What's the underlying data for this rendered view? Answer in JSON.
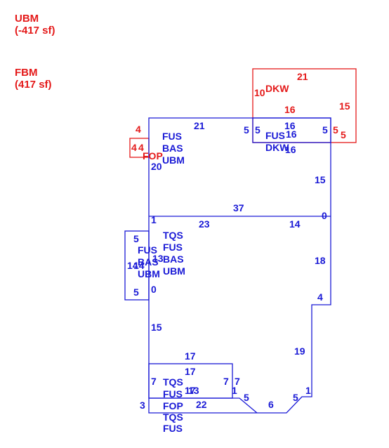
{
  "colors": {
    "adjust": "#e41919",
    "main": "#1a1ad6"
  },
  "legend": [
    {
      "code": "UBM",
      "area": "(-417 sf)"
    },
    {
      "code": "FBM",
      "area": "(417 sf)"
    }
  ],
  "labels": [
    {
      "t": "21",
      "c": "adjust"
    },
    {
      "t": "10",
      "c": "adjust"
    },
    {
      "t": "DKW",
      "c": "adjust"
    },
    {
      "t": "16",
      "c": "adjust"
    },
    {
      "t": "15",
      "c": "adjust"
    },
    {
      "t": "5",
      "c": "adjust"
    },
    {
      "t": "5",
      "c": "adjust"
    },
    {
      "t": "4",
      "c": "adjust"
    },
    {
      "t": "4",
      "c": "adjust"
    },
    {
      "t": "4",
      "c": "adjust"
    },
    {
      "t": "FOP",
      "c": "adjust"
    },
    {
      "t": "FUS",
      "c": "main"
    },
    {
      "t": "BAS",
      "c": "main"
    },
    {
      "t": "UBM",
      "c": "main"
    },
    {
      "t": "21",
      "c": "main"
    },
    {
      "t": "20",
      "c": "main"
    },
    {
      "t": "5",
      "c": "main"
    },
    {
      "t": "5",
      "c": "main"
    },
    {
      "t": "16",
      "c": "main"
    },
    {
      "t": "FUS",
      "c": "main"
    },
    {
      "t": "16",
      "c": "main"
    },
    {
      "t": "DKW",
      "c": "main"
    },
    {
      "t": "16",
      "c": "main"
    },
    {
      "t": "5",
      "c": "main"
    },
    {
      "t": "15",
      "c": "main"
    },
    {
      "t": "37",
      "c": "main"
    },
    {
      "t": "0",
      "c": "main"
    },
    {
      "t": "1",
      "c": "main"
    },
    {
      "t": "23",
      "c": "main"
    },
    {
      "t": "14",
      "c": "main"
    },
    {
      "t": "5",
      "c": "main"
    },
    {
      "t": "TQS",
      "c": "main"
    },
    {
      "t": "FUS",
      "c": "main"
    },
    {
      "t": "FUS",
      "c": "main"
    },
    {
      "t": "BAS",
      "c": "main"
    },
    {
      "t": "BAS",
      "c": "main"
    },
    {
      "t": "13",
      "c": "main"
    },
    {
      "t": "14",
      "c": "main"
    },
    {
      "t": "14",
      "c": "main"
    },
    {
      "t": "UBM",
      "c": "main"
    },
    {
      "t": "UBM",
      "c": "main"
    },
    {
      "t": "18",
      "c": "main"
    },
    {
      "t": "0",
      "c": "main"
    },
    {
      "t": "5",
      "c": "main"
    },
    {
      "t": "4",
      "c": "main"
    },
    {
      "t": "15",
      "c": "main"
    },
    {
      "t": "19",
      "c": "main"
    },
    {
      "t": "17",
      "c": "main"
    },
    {
      "t": "17",
      "c": "main"
    },
    {
      "t": "7",
      "c": "main"
    },
    {
      "t": "TQS",
      "c": "main"
    },
    {
      "t": "7",
      "c": "main"
    },
    {
      "t": "7",
      "c": "main"
    },
    {
      "t": "FUS",
      "c": "main"
    },
    {
      "t": "17",
      "c": "main"
    },
    {
      "t": "13",
      "c": "main"
    },
    {
      "t": "1",
      "c": "main"
    },
    {
      "t": "1",
      "c": "main"
    },
    {
      "t": "5",
      "c": "main"
    },
    {
      "t": "5",
      "c": "main"
    },
    {
      "t": "3",
      "c": "main"
    },
    {
      "t": "FOP",
      "c": "main"
    },
    {
      "t": "22",
      "c": "main"
    },
    {
      "t": "6",
      "c": "main"
    },
    {
      "t": "TQS",
      "c": "main"
    },
    {
      "t": "FUS",
      "c": "main"
    }
  ]
}
